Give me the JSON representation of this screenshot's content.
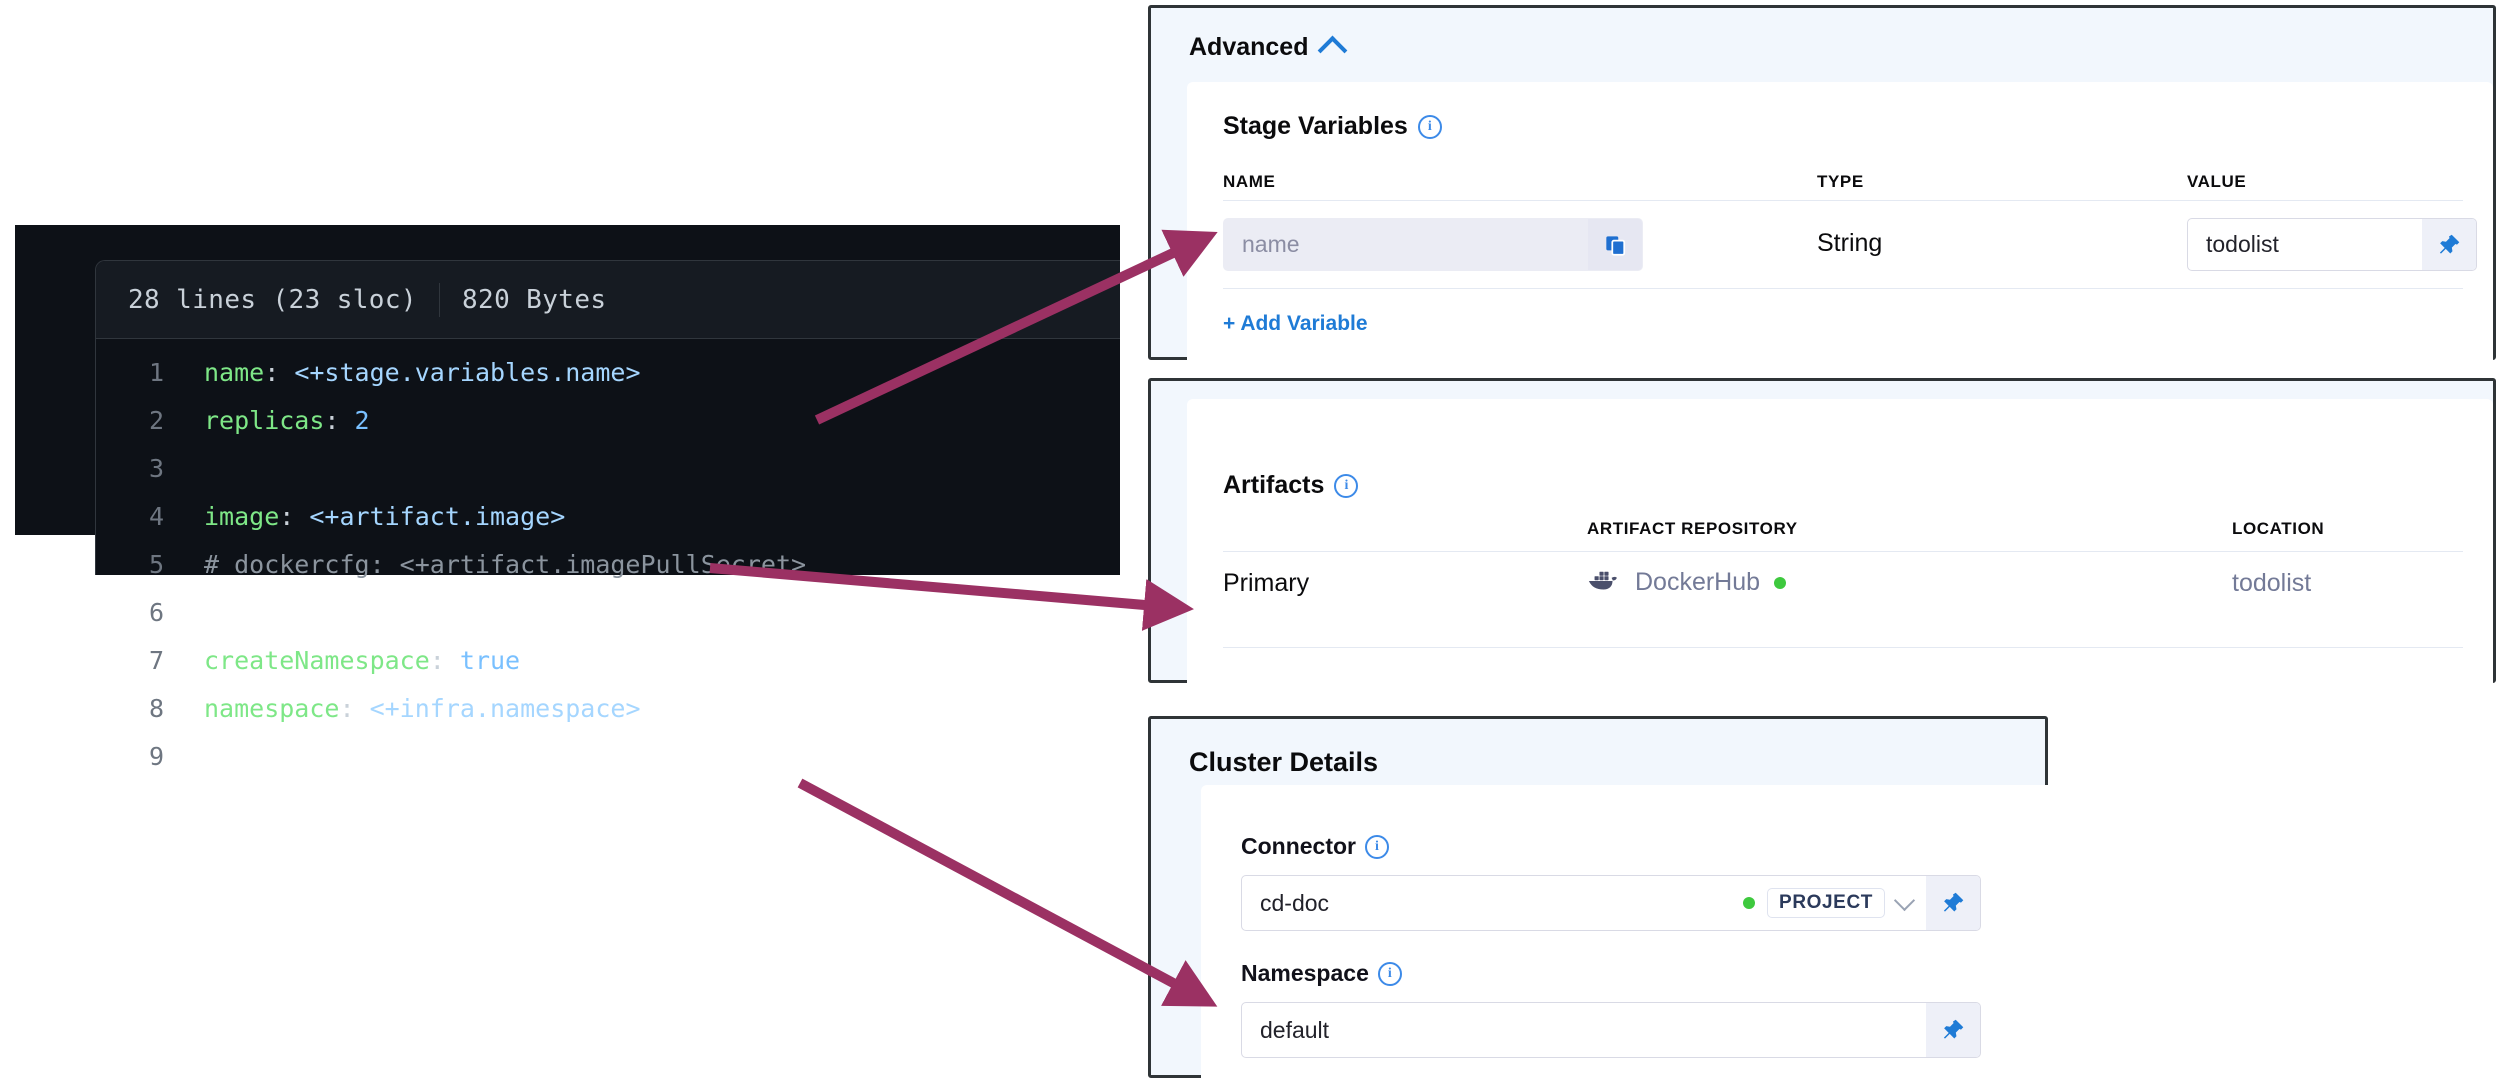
{
  "code_viewer": {
    "header": {
      "lines_label": "28 lines (23 sloc)",
      "size_label": "820 Bytes"
    },
    "lines": [
      {
        "num": "1",
        "segments": [
          {
            "t": "name",
            "c": "key"
          },
          {
            "t": ": ",
            "c": "punc"
          },
          {
            "t": "<+stage.variables.name>",
            "c": "expr"
          }
        ]
      },
      {
        "num": "2",
        "segments": [
          {
            "t": "replicas",
            "c": "key"
          },
          {
            "t": ": ",
            "c": "punc"
          },
          {
            "t": "2",
            "c": "val"
          }
        ]
      },
      {
        "num": "3",
        "segments": []
      },
      {
        "num": "4",
        "segments": [
          {
            "t": "image",
            "c": "key"
          },
          {
            "t": ": ",
            "c": "punc"
          },
          {
            "t": "<+artifact.image>",
            "c": "expr"
          }
        ]
      },
      {
        "num": "5",
        "segments": [
          {
            "t": "# dockercfg: <+artifact.imagePullSecret>",
            "c": "com"
          }
        ]
      },
      {
        "num": "6",
        "segments": []
      },
      {
        "num": "7",
        "segments": [
          {
            "t": "createNamespace",
            "c": "key"
          },
          {
            "t": ": ",
            "c": "punc"
          },
          {
            "t": "true",
            "c": "val"
          }
        ]
      },
      {
        "num": "8",
        "segments": [
          {
            "t": "namespace",
            "c": "key"
          },
          {
            "t": ": ",
            "c": "punc"
          },
          {
            "t": "<+infra.namespace>",
            "c": "expr"
          }
        ]
      },
      {
        "num": "9",
        "segments": []
      }
    ]
  },
  "advanced_panel": {
    "title": "Advanced",
    "collapse_icon": "chevron-up-icon",
    "stage_variables": {
      "title": "Stage Variables",
      "info_icon": "info-icon",
      "columns": [
        "NAME",
        "TYPE",
        "VALUE"
      ],
      "rows": [
        {
          "name_value": "",
          "name_placeholder": "name",
          "copy_icon": "copy-icon",
          "type": "String",
          "value": "todolist",
          "pin_icon": "pin-icon",
          "edit_icon": "pencil-icon",
          "delete_icon": "trash-icon"
        }
      ],
      "add_variable_label": "+ Add Variable"
    }
  },
  "artifacts_panel": {
    "title": "Artifacts",
    "info_icon": "info-icon",
    "columns": [
      "",
      "ARTIFACT REPOSITORY",
      "LOCATION"
    ],
    "rows": [
      {
        "type": "Primary",
        "repository_icon": "docker-whale-icon",
        "repository": "DockerHub",
        "status_color": "#3ec93e",
        "location": "todolist"
      }
    ]
  },
  "cluster_panel": {
    "title": "Cluster Details",
    "fields": [
      {
        "label": "Connector",
        "info_icon": "info-icon",
        "value": "cd-doc",
        "scope_dot_color": "#3ec93e",
        "scope_badge": "PROJECT",
        "dropdown_icon": "chevron-down-icon",
        "pin_icon": "pin-icon"
      },
      {
        "label": "Namespace",
        "info_icon": "info-icon",
        "value": "default",
        "pin_icon": "pin-icon"
      }
    ]
  },
  "annotations": {
    "arrow_color": "#9b3163",
    "arrows": [
      {
        "name": "arrow-to-stage-variable-name",
        "from": "code line 1 name expression",
        "to": "Stage Variables name field"
      },
      {
        "name": "arrow-to-artifact-primary",
        "from": "code line 4 artifact.image expression",
        "to": "Artifacts Primary row"
      },
      {
        "name": "arrow-to-namespace-field",
        "from": "code line 8 infra.namespace expression",
        "to": "Cluster Details Namespace field"
      }
    ]
  }
}
